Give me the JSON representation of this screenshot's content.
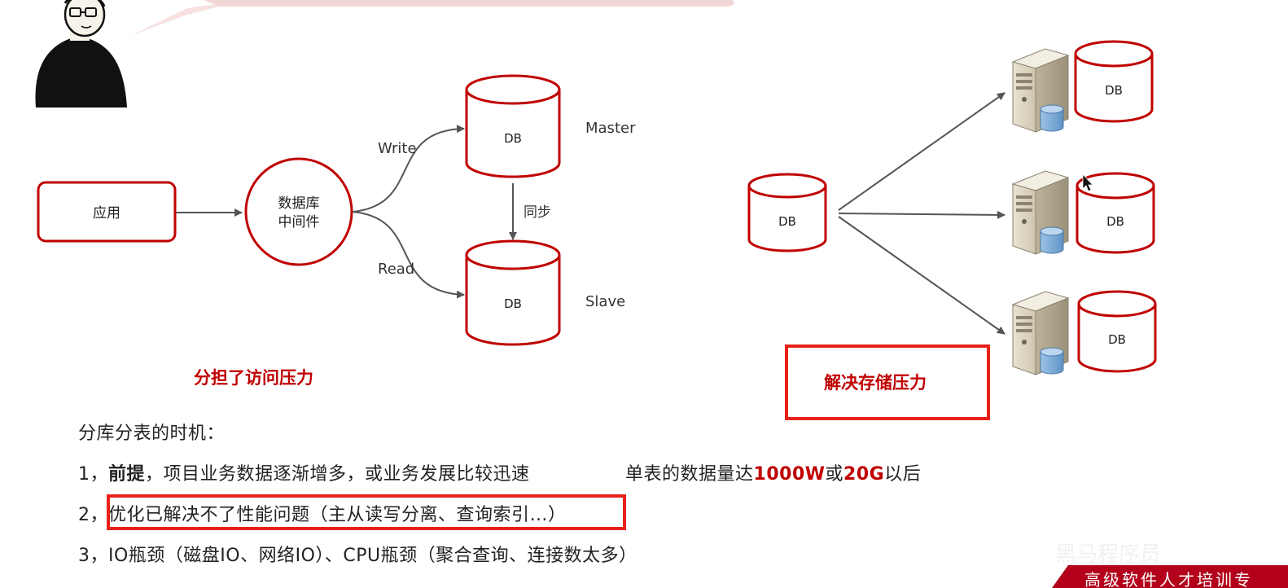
{
  "left_diagram": {
    "app_label": "应用",
    "middleware_label_line1": "数据库",
    "middleware_label_line2": "中间件",
    "write_label": "Write",
    "read_label": "Read",
    "master_db_label": "DB",
    "slave_db_label": "DB",
    "master_label": "Master",
    "slave_label": "Slave",
    "sync_label": "同步",
    "caption": "分担了访问压力"
  },
  "right_diagram": {
    "source_db_label": "DB",
    "shard_db_labels": [
      "DB",
      "DB",
      "DB"
    ],
    "caption": "解决存储压力"
  },
  "notes": {
    "title": "分库分表的时机：",
    "item1": {
      "prefix": "1，",
      "bold": "前提",
      "text": "，项目业务数据逐渐增多，或业务发展比较迅速",
      "threshold_pre": "单表的数据量达",
      "threshold_rows": "1000W",
      "threshold_or": "或",
      "threshold_size": "20G",
      "threshold_post": "以后"
    },
    "item2": {
      "prefix": "2，",
      "text": "优化已解决不了性能问题（主从读写分离、查询索引…）"
    },
    "item3": {
      "prefix": "3，",
      "text": "IO瓶颈（磁盘IO、网络IO）、CPU瓶颈（聚合查询、连接数太多）"
    }
  },
  "overlay": {
    "banner_text": "高级软件人才培训专",
    "watermark_text": "黑马程序员"
  },
  "colors": {
    "accent_red": "#c00000",
    "highlight_red": "#e8211b",
    "arrow_gray": "#555555"
  }
}
